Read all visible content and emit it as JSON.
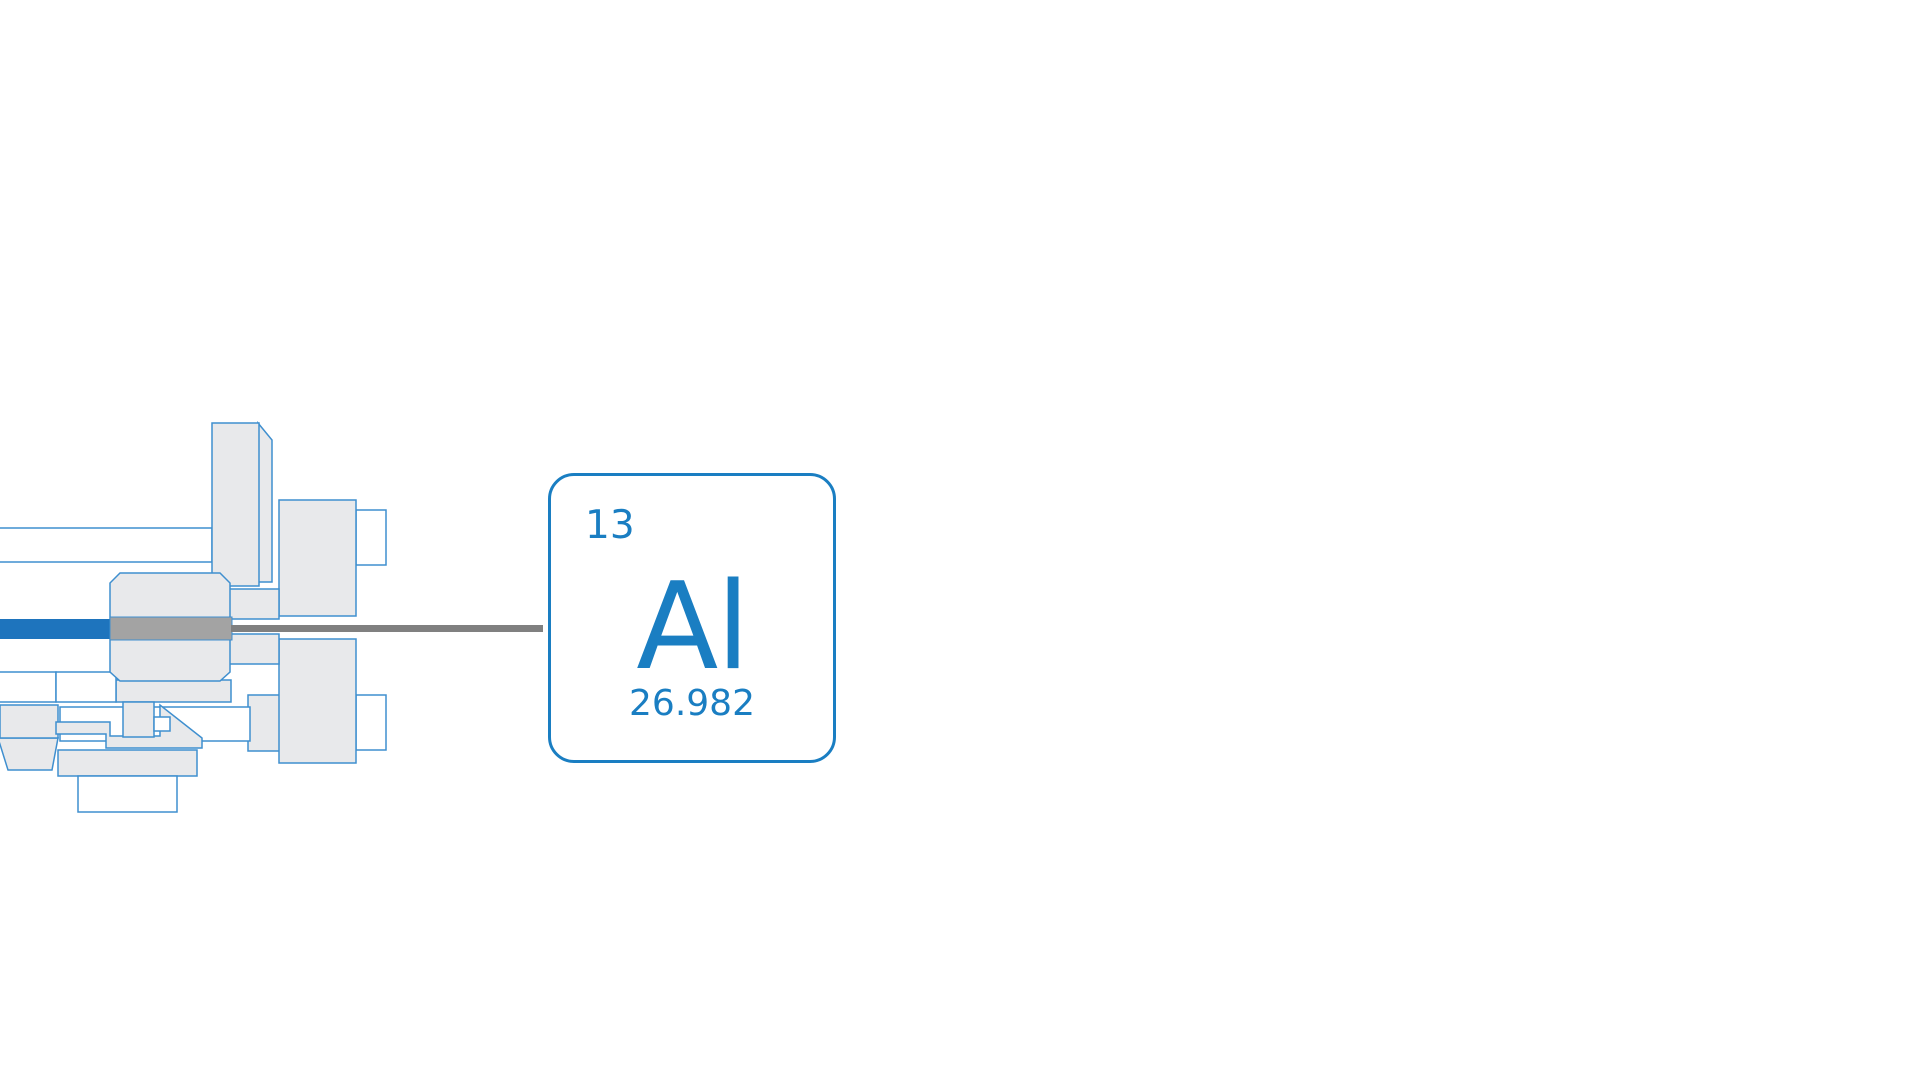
{
  "colors": {
    "accent": "#1a7ec2",
    "bar_blue": "#1e74bd",
    "wire_gray": "#808080",
    "part_fill": "#e8e9eb",
    "part_stroke": "#3f8fcf",
    "tile_border": "#1a7ec2",
    "text": "#1a7ec2",
    "background": "#ffffff"
  },
  "machine": {
    "icon": "rolling-mill-machine-icon"
  },
  "element": {
    "atomic_number": "13",
    "symbol": "Al",
    "atomic_mass": "26.982"
  }
}
